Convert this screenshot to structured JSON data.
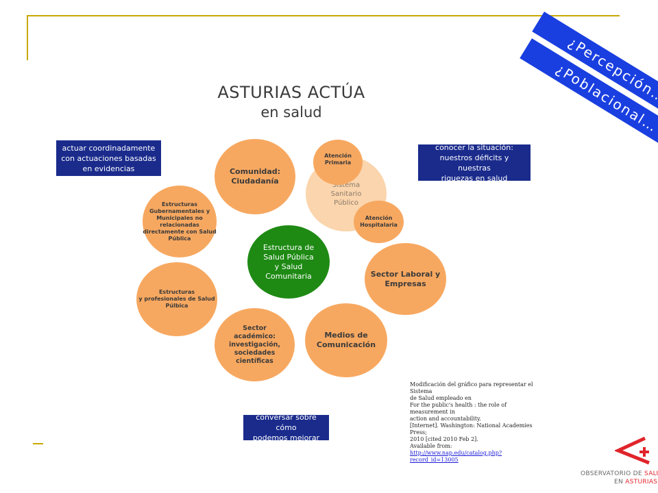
{
  "ribbons": {
    "top": "¿Percepción… ?",
    "bottom": "¿Poblacional… ?"
  },
  "title": {
    "line1": "ASTURIAS  ACTÚA",
    "line2": "en salud"
  },
  "boxes": {
    "left": [
      "actuar coordinadamente",
      "con actuaciones basadas",
      "en evidencias"
    ],
    "right": [
      "conocer la situación:",
      "nuestros déficits y nuestras",
      "riquezas en salud"
    ],
    "bottom": [
      "conversar sobre cómo",
      "podemos mejorar"
    ]
  },
  "nodes": {
    "comunidad": [
      "Comunidad:",
      "Ciudadanía"
    ],
    "sistema": [
      "Sistema",
      "Sanitario",
      "Público"
    ],
    "primaria": [
      "Atención",
      "Primaria"
    ],
    "hospitalaria": [
      "Atención",
      "Hospitalaria"
    ],
    "gubernamentales": [
      "Estructuras",
      "Gubernamentales y",
      "Municipales no relacionadas",
      "directamente con Salud",
      "Pública"
    ],
    "central": [
      "Estructura de",
      "Salud Pública",
      "y Salud",
      "Comunitaria"
    ],
    "laboral": [
      "Sector Laboral y",
      "Empresas"
    ],
    "profesionales": [
      "Estructuras",
      "y profesionales de Salud",
      "Púlbica"
    ],
    "academico": [
      "Sector",
      "académico: investigación,",
      "sociedades científicas"
    ],
    "medios": [
      "Medios de",
      "Comunicación"
    ]
  },
  "reference": {
    "lines": [
      "Modificación del gráfico para representar el Sistema",
      "de Salud empleado en",
      "For the public's health : the role of measurement in",
      "action and accountability.",
      "[Internet]. Washington: National Academies Press;",
      "2010 [cited 2010 Feb 2]."
    ],
    "available_prefix": "Available from: ",
    "link_line1": "http://www.nap.edu/catalog.php?",
    "link_line2": "record_id=13005"
  },
  "logo": {
    "line1_prefix": "OBSERVATORIO DE ",
    "line1_accent": "SALUD",
    "line2_prefix": "EN ",
    "line2_accent": "ASTURIAS"
  },
  "colors": {
    "ribbon": "#1a3fe0",
    "navy_box": "#1a2b8c",
    "orange_node": "#f7a860",
    "central_node": "#1e8a14",
    "frame": "#c8a800",
    "logo_red": "#e0252b"
  }
}
